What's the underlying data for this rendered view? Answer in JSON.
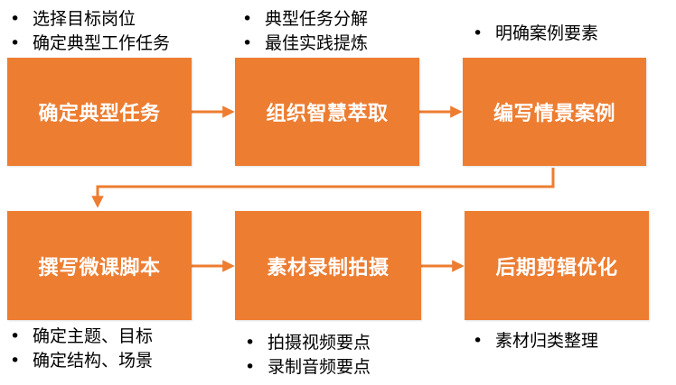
{
  "colors": {
    "box_fill": "#ED7D31",
    "arrow": "#ED7D31",
    "box_text": "#FFFFFF",
    "note_text": "#000000"
  },
  "steps": [
    {
      "label": "确定典型任务",
      "notes": [
        "选择目标岗位",
        "确定典型工作任务"
      ]
    },
    {
      "label": "组织智慧萃取",
      "notes": [
        "典型任务分解",
        "最佳实践提炼"
      ]
    },
    {
      "label": "编写情景案例",
      "notes": [
        "明确案例要素"
      ]
    },
    {
      "label": "撰写微课脚本",
      "notes": [
        "确定主题、目标",
        "确定结构、场景"
      ]
    },
    {
      "label": "素材录制拍摄",
      "notes": [
        "拍摄视频要点",
        "录制音频要点"
      ]
    },
    {
      "label": "后期剪辑优化",
      "notes": [
        "素材归类整理"
      ]
    }
  ]
}
